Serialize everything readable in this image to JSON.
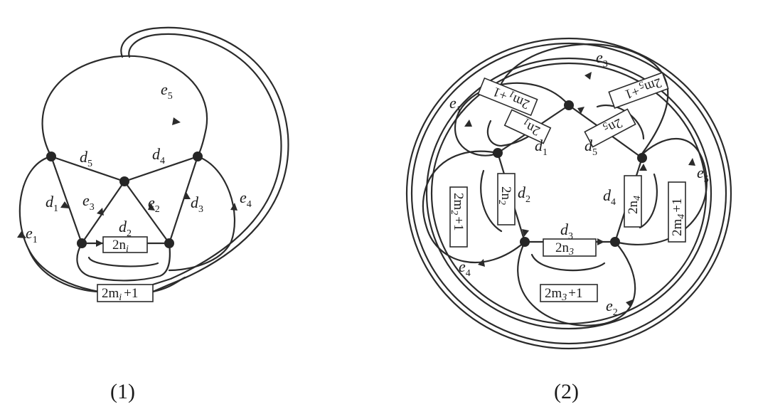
{
  "figure1": {
    "caption": "(1)",
    "boxes": [
      {
        "id": "b1",
        "text": "2n",
        "sub": "i",
        "tail": ""
      },
      {
        "id": "b2",
        "text": "2m",
        "sub": "i",
        "tail": "+1"
      }
    ],
    "labels": [
      {
        "id": "e1",
        "base": "e",
        "sub": "1"
      },
      {
        "id": "e2",
        "base": "e",
        "sub": "2"
      },
      {
        "id": "e3",
        "base": "e",
        "sub": "3"
      },
      {
        "id": "e4",
        "base": "e",
        "sub": "4"
      },
      {
        "id": "e5",
        "base": "e",
        "sub": "5"
      },
      {
        "id": "d1",
        "base": "d",
        "sub": "1"
      },
      {
        "id": "d2",
        "base": "d",
        "sub": "2"
      },
      {
        "id": "d3",
        "base": "d",
        "sub": "3"
      },
      {
        "id": "d4",
        "base": "d",
        "sub": "4"
      },
      {
        "id": "d5",
        "base": "d",
        "sub": "5"
      }
    ]
  },
  "figure2": {
    "caption": "(2)",
    "boxes": [
      {
        "id": "n1",
        "text": "2n",
        "sub": "1",
        "tail": ""
      },
      {
        "id": "n2",
        "text": "2n",
        "sub": "2",
        "tail": ""
      },
      {
        "id": "n3",
        "text": "2n",
        "sub": "3",
        "tail": ""
      },
      {
        "id": "n4",
        "text": "2n",
        "sub": "4",
        "tail": ""
      },
      {
        "id": "n5",
        "text": "2n",
        "sub": "5",
        "tail": ""
      },
      {
        "id": "m1",
        "text": "2m",
        "sub": "1",
        "tail": "+1"
      },
      {
        "id": "m2",
        "text": "2m",
        "sub": "2",
        "tail": "+1"
      },
      {
        "id": "m3",
        "text": "2m",
        "sub": "3",
        "tail": "+1"
      },
      {
        "id": "m4",
        "text": "2m",
        "sub": "4",
        "tail": "+1"
      },
      {
        "id": "m5",
        "text": "2m",
        "sub": "5",
        "tail": "+1"
      }
    ],
    "labels": [
      {
        "id": "e1",
        "base": "e",
        "sub": "1"
      },
      {
        "id": "e2",
        "base": "e",
        "sub": "2"
      },
      {
        "id": "e3",
        "base": "e",
        "sub": "3"
      },
      {
        "id": "e4",
        "base": "e",
        "sub": "4"
      },
      {
        "id": "e5",
        "base": "e",
        "sub": "5"
      },
      {
        "id": "d1",
        "base": "d",
        "sub": "1"
      },
      {
        "id": "d2",
        "base": "d",
        "sub": "2"
      },
      {
        "id": "d3",
        "base": "d",
        "sub": "3"
      },
      {
        "id": "d4",
        "base": "d",
        "sub": "4"
      },
      {
        "id": "d5",
        "base": "d",
        "sub": "5"
      }
    ]
  }
}
